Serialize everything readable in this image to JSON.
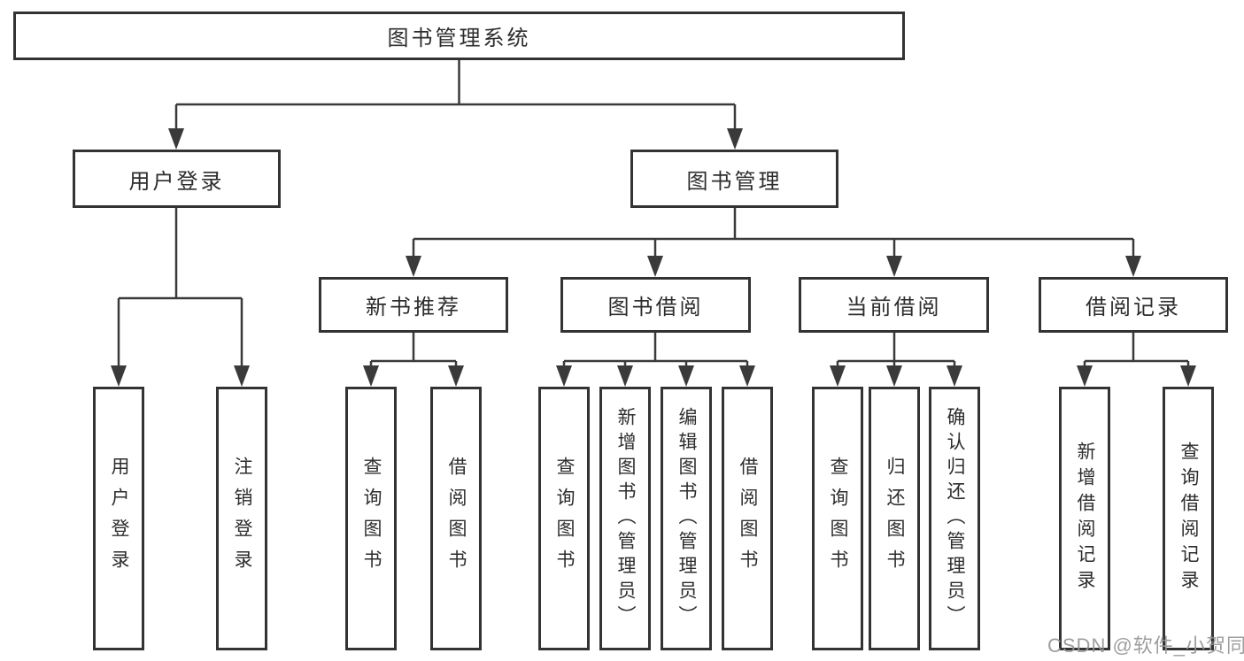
{
  "diagram": {
    "root": "图书管理系统",
    "level2": [
      "用户登录",
      "图书管理"
    ],
    "level3": [
      "新书推荐",
      "图书借阅",
      "当前借阅",
      "借阅记录"
    ],
    "leaves": [
      "用户登录",
      "注销登录",
      "查询图书",
      "借阅图书",
      "查询图书",
      "新增图书（管理员）",
      "编辑图书（管理员）",
      "借阅图书",
      "查询图书",
      "归还图书",
      "确认归还（管理员）",
      "新增借阅记录",
      "查询借阅记录"
    ]
  },
  "watermark": "CSDN @软件_小贺同学",
  "colors": {
    "line": "#3a3a3a",
    "box_border": "#333333",
    "text": "#2d2d2d",
    "watermark_text": "#949494",
    "background": "#ffffff"
  }
}
